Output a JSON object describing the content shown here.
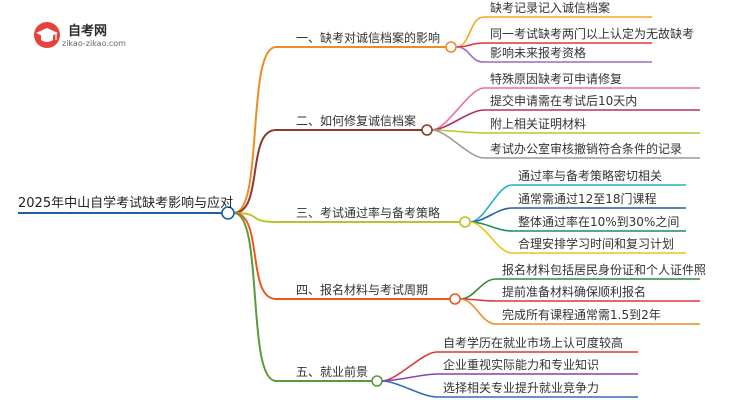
{
  "logo": {
    "name": "自考网",
    "url": "zikao-zikao.com"
  },
  "root": "2025年中山自学考试缺考影响与应对",
  "branches": [
    {
      "label": "一、缺考对诚信档案的影响",
      "color": "#f08a24",
      "children": [
        "缺考记录记入诚信档案",
        "同一考试缺考两门以上认定为无故缺考",
        "影响未来报考资格"
      ],
      "child_colors": [
        "#f6a623",
        "#e0353a",
        "#9b6bc4"
      ]
    },
    {
      "label": "二、如何修复诚信档案",
      "color": "#8a3b2e",
      "children": [
        "特殊原因缺考可申请修复",
        "提交申请需在考试后10天内",
        "附上相关证明材料",
        "考试办公室审核撤销符合条件的记录"
      ],
      "child_colors": [
        "#f06aa0",
        "#b0306a",
        "#b9c62c",
        "#9a9a9a"
      ]
    },
    {
      "label": "三、考试通过率与备考策略",
      "color": "#b8c42a",
      "children": [
        "通过率与备考策略密切相关",
        "通常需通过12至18门课程",
        "整体通过率在10%到30%之间",
        "合理安排学习时间和复习计划"
      ],
      "child_colors": [
        "#22b3c6",
        "#1f5fa8",
        "#1a8c6a",
        "#f2c11c"
      ]
    },
    {
      "label": "四、报名材料与考试周期",
      "color": "#ea5a1f",
      "children": [
        "报名材料包括居民身份证和个人证件照",
        "提前准备材料确保顺利报名",
        "完成所有课程通常需1.5到2年"
      ],
      "child_colors": [
        "#2f8a3a",
        "#e0353a",
        "#f08a24"
      ]
    },
    {
      "label": "五、就业前景",
      "color": "#5a9a3a",
      "children": [
        "自考学历在就业市场上认可度较高",
        "企业重视实际能力和专业知识",
        "选择相关专业提升就业竞争力"
      ],
      "child_colors": [
        "#e0353a",
        "#8b3fb0",
        "#2f6fb8"
      ]
    }
  ],
  "root_line_color": "#1f5fa8"
}
